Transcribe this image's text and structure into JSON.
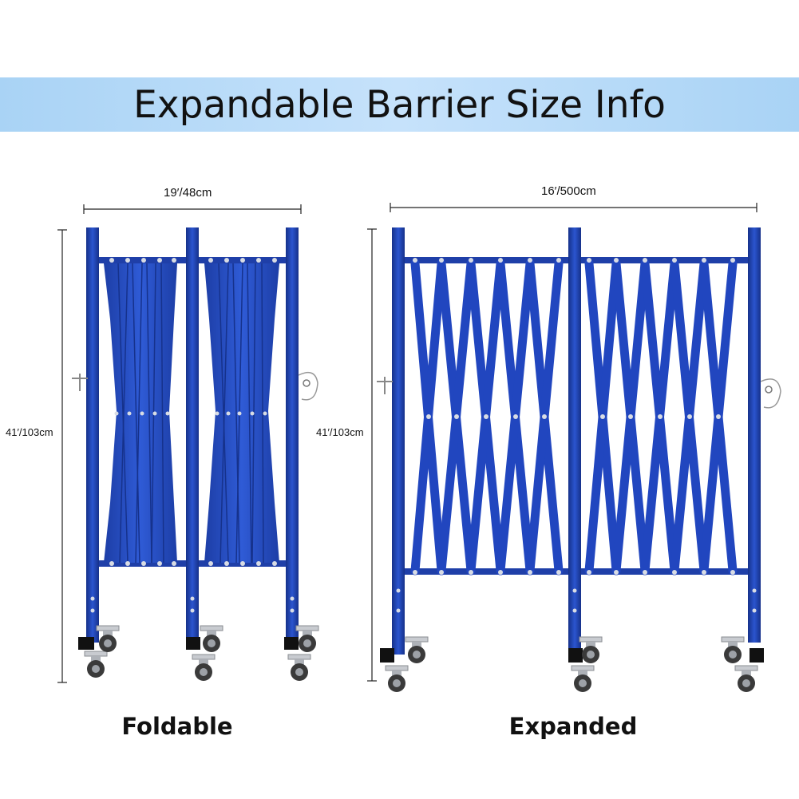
{
  "title": "Expandable Barrier Size Info",
  "foldable": {
    "width_label": "19′/48cm",
    "height_label": "41′/103cm",
    "caption": "Foldable"
  },
  "expanded": {
    "width_label": "16′/500cm",
    "height_label": "41′/103cm",
    "caption": "Expanded"
  },
  "colors": {
    "banner": "#b6dbf8",
    "barrier_blue": "#1f3fa8",
    "barrier_blue_light": "#2a52c8",
    "caster_gray": "#b9bcc2",
    "wheel_dark": "#3a3a3a"
  }
}
